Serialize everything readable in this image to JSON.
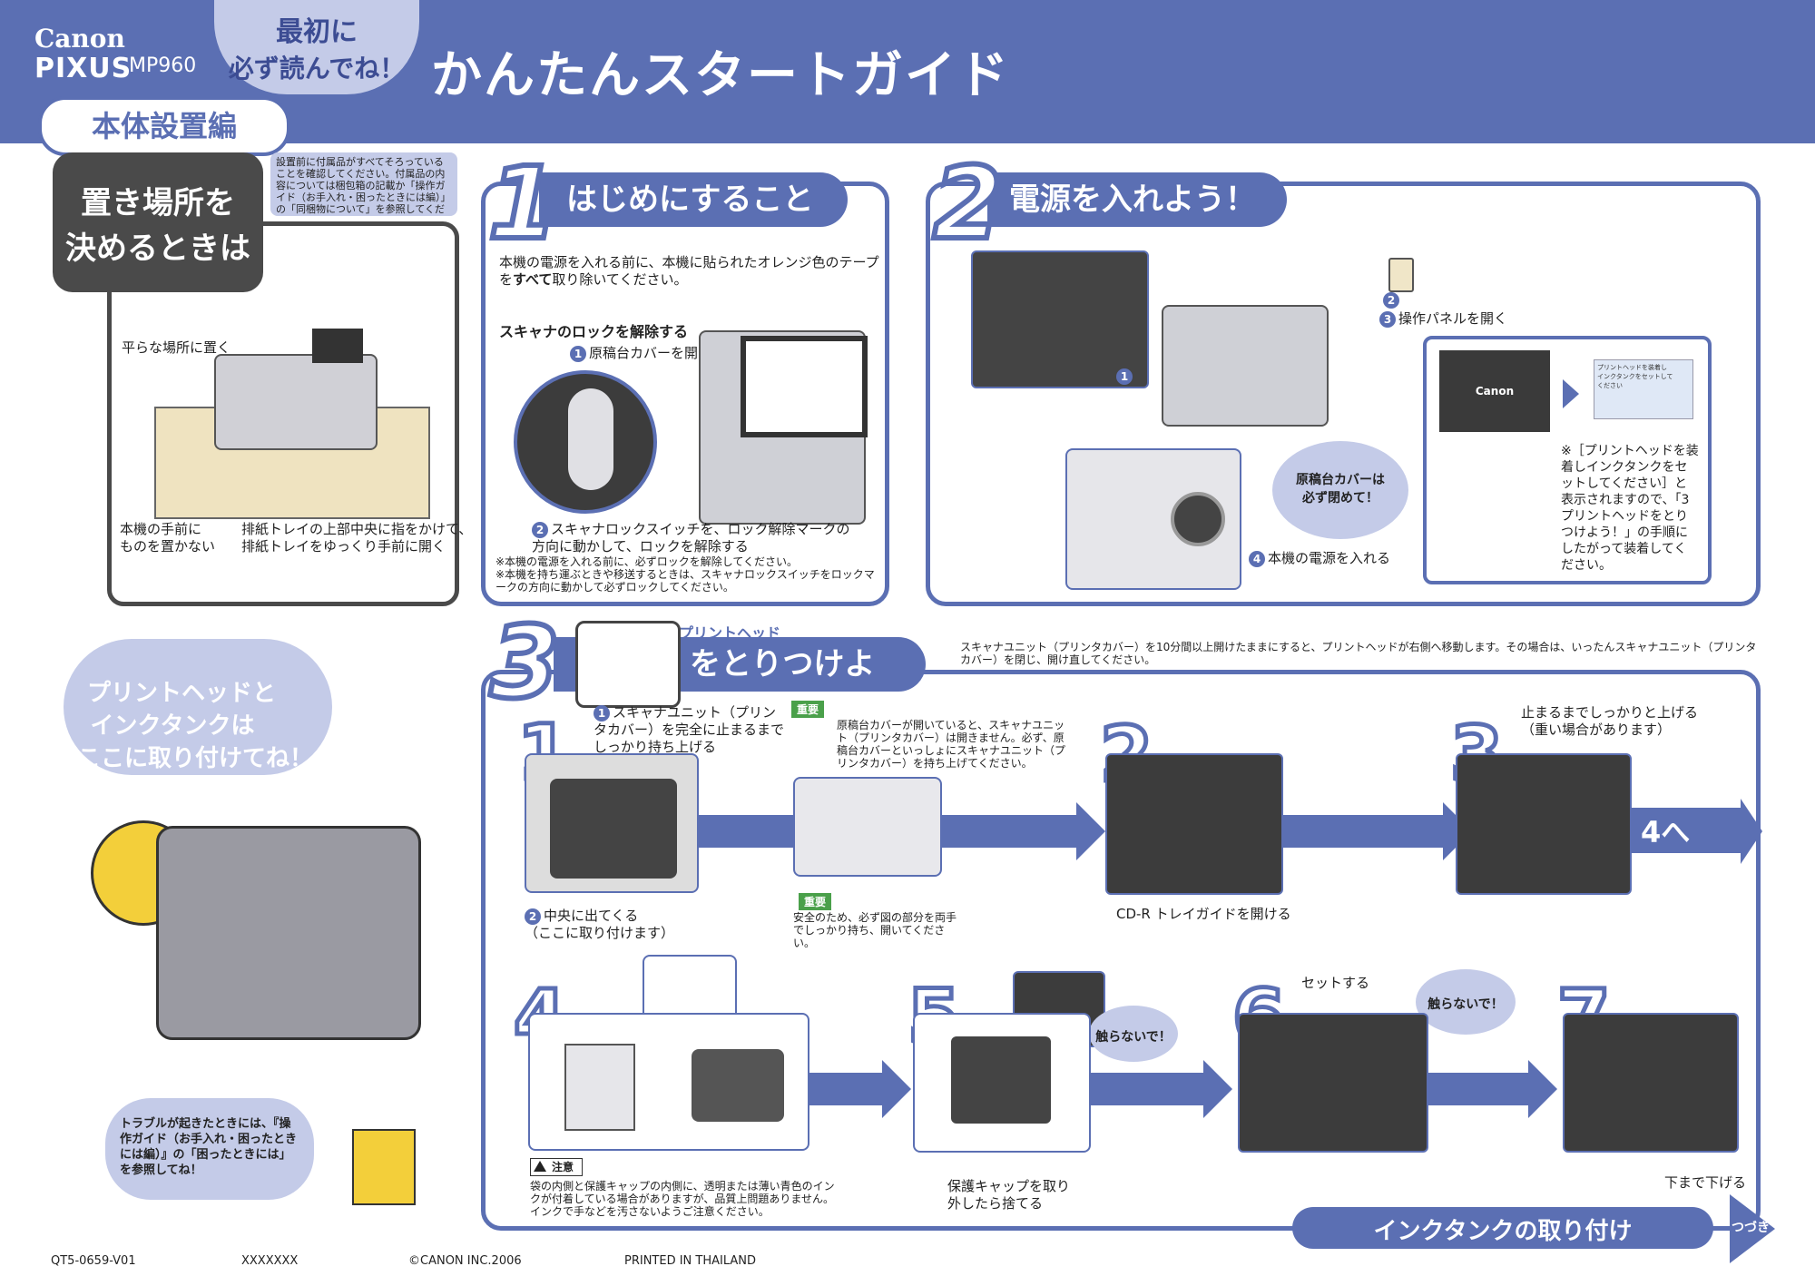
{
  "header": {
    "brand": "Canon",
    "model_logo": "PIXUS",
    "model": "MP960",
    "cloud_line1": "最初に",
    "cloud_line2": "必ず読んでね！",
    "title": "かんたんスタートガイド",
    "edition": "本体設置編"
  },
  "placement": {
    "title_line1": "置き場所を",
    "title_line2": "決めるときは",
    "note": "設置前に付属品がすべてそろっていることを確認してください。付属品の内容については梱包箱の記載か「操作ガイド（お手入れ・困ったときには編）」の「同梱物について」を参照してください。",
    "label_flat": "平らな場所に置く",
    "label_front": "本機の手前に\nものを置かない",
    "label_tray": "排紙トレイの上部中央に指をかけて、\n排紙トレイをゆっくり手前に開く"
  },
  "step1": {
    "num": "1",
    "title": "はじめにすること",
    "intro": "本機の電源を入れる前に、本機に貼られたオレンジ色のテープを",
    "intro_bold": "すべて",
    "intro_end": "取り除いてください。",
    "sub": "スキャナのロックを解除する",
    "s1": "原稿台カバーを開く",
    "s2": "スキャナロックスイッチを、ロック解除マークの方向に動かして、ロックを解除する",
    "note1": "※本機の電源を入れる前に、必ずロックを解除してください。",
    "note2": "※本機を持ち運ぶときや移送するときは、スキャナロックスイッチをロックマークの方向に動かして必ずロックしてください。"
  },
  "step2": {
    "num": "2",
    "title": "電源を入れよう！",
    "n1": "1",
    "n2": "2",
    "n3": "3",
    "n4": "4",
    "s3": "操作パネルを開く",
    "s4": "本機の電源を入れる",
    "burst": "原稿台カバーは\n必ず閉めて！",
    "screen_brand": "Canon",
    "screen_msg": "プリントヘッドを装着し\nインクタンクをセットして\nください",
    "note": "※［プリントヘッドを装着しインクタンクをセットしてください］と表示されますので、「3 プリントヘッドをとりつけよう！」の手順にしたがって装着してください。"
  },
  "left_cloud": {
    "line1": "プリントヘッドと",
    "line2": "インクタンクは",
    "line3": "ここに取り付けてね！"
  },
  "trouble": {
    "text": "トラブルが起きたときには、『操作ガイド（お手入れ・困ったときには編）』の「困ったときには」を参照してね！"
  },
  "step3": {
    "num": "3",
    "printhead_label": "プリントヘッド",
    "title": "をとりつけよう！",
    "warning": "スキャナユニット（プリンタカバー）を10分間以上開けたままにすると、プリントヘッドが右側へ移動します。その場合は、いったんスキャナユニット（プリンタカバー）を閉じ、開け直してください。",
    "sub1_num": "1",
    "sub1_a": "スキャナユニット（プリンタカバー）を完全に止まるまでしっかり持ち上げる",
    "sub1_b": "中央に出てくる\n（ここに取り付けます）",
    "important": "重要",
    "imp1": "原稿台カバーが開いていると、スキャナユニット（プリンタカバー）は開きません。必ず、原稿台カバーといっしょにスキャナユニット（プリンタカバー）を持ち上げてください。",
    "imp2": "安全のため、必ず図の部分を両手でしっかり持ち、開いてください。",
    "sub2_num": "2",
    "sub2_text": "CD-R トレイガイドを開ける",
    "sub3_num": "3",
    "sub3_text": "止まるまでしっかりと上げる\n（重い場合があります）",
    "to4": "4へ",
    "sub4_num": "4",
    "caution_title": "注意",
    "caution": "袋の内側と保護キャップの内側に、透明または薄い青色のインクが付着している場合がありますが、品質上問題ありません。インクで手などを汚さないようご注意ください。",
    "sub5_num": "5",
    "sub5_burst": "触らないで！",
    "sub5_text": "保護キャップを取り\n外したら捨てる",
    "sub6_num": "6",
    "sub6_set": "セットする",
    "sub6_burst": "触らないで！",
    "sub7_num": "7",
    "sub7_text": "下まで下げる",
    "next_banner": "インクタンクの取り付け",
    "next": "つづき"
  },
  "footer": {
    "code": "QT5-0659-V01",
    "x": "XXXXXXX",
    "copyright": "©CANON INC.2006",
    "printed": "PRINTED IN THAILAND"
  },
  "colors": {
    "accent": "#5b6fb3",
    "light_accent": "#c4cbe8",
    "dark": "#4a4a4a",
    "important_green": "#4aa04a"
  },
  "icons": [
    "warning-icon",
    "arrow-right-icon",
    "printer-illustration",
    "outlet-icon"
  ]
}
